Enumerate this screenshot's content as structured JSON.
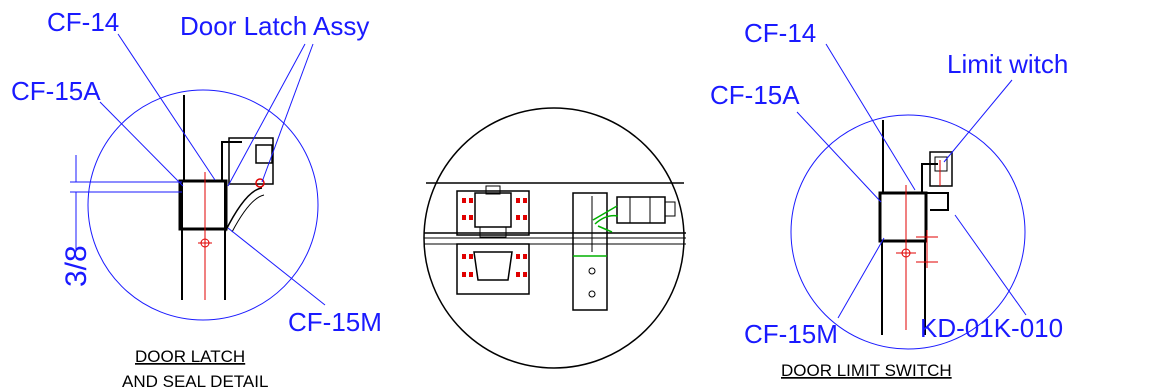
{
  "colors": {
    "callout": "#1a1aff",
    "outline": "#000000",
    "centerline": "#e00000",
    "highlight": "#00b000"
  },
  "left_detail": {
    "labels": {
      "cf14": "CF-14",
      "door_latch_assy": "Door Latch Assy",
      "cf15a": "CF-15A",
      "dimension": "3/8",
      "cf15m": "CF-15M"
    },
    "caption_line1": "DOOR LATCH",
    "caption_line2": "AND SEAL DETAIL"
  },
  "right_detail": {
    "labels": {
      "cf14": "CF-14",
      "limit_switch": "Limit witch",
      "cf15a": "CF-15A",
      "cf15m": "CF-15M",
      "kd01k010": "KD-01K-010"
    },
    "caption": "DOOR LIMIT SWITCH"
  }
}
